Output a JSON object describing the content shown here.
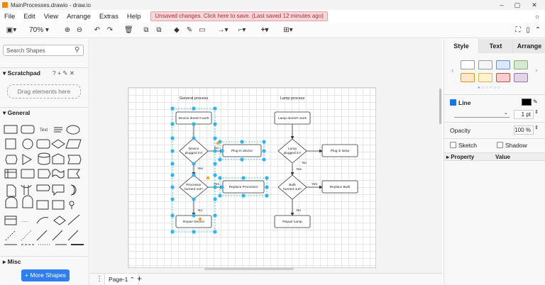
{
  "window": {
    "title": "MainProcesses.drawio - draw.io",
    "minimize_glyph": "–",
    "maximize_glyph": "▢",
    "close_glyph": "✕"
  },
  "menu": {
    "items": [
      "File",
      "Edit",
      "View",
      "Arrange",
      "Extras",
      "Help"
    ],
    "unsaved_notice": "Unsaved changes. Click here to save. (Last saved 12 minutes ago)"
  },
  "toolbar": {
    "zoom": "70%",
    "icons": [
      "format-panel-icon",
      "zoom-in-icon",
      "zoom-out-icon",
      "undo-icon",
      "redo-icon",
      "delete-icon",
      "to-front-icon",
      "to-back-icon",
      "fill-color-icon",
      "line-color-icon",
      "shadow-icon",
      "connection-icon",
      "waypoints-icon",
      "insert-icon",
      "table-icon",
      "fullscreen-icon",
      "toggle-format-icon",
      "collapse-icon"
    ],
    "insert_glyph": "+"
  },
  "left_panel": {
    "search_placeholder": "Search Shapes",
    "scratchpad_title": "Scratchpad",
    "scratchpad_drop": "Drag elements here",
    "general_title": "General",
    "text_shape_label": "Text",
    "misc_title": "Misc",
    "more_shapes": "+ More Shapes"
  },
  "diagram": {
    "left_title": "General process",
    "right_title": "Lamp process",
    "left": {
      "start": "Device doesn't work",
      "d1": [
        "Device",
        "plugged in?"
      ],
      "a1": "Plug in device",
      "d2": [
        "Processor",
        "burned out?"
      ],
      "a2": "Replace Processor",
      "end": "Repair Device"
    },
    "right": {
      "start": "Lamp doesn't work",
      "d1": [
        "Lamp",
        "plugged in?"
      ],
      "a1": "Plug in lamp",
      "d2": [
        "Bulb",
        "burned out?"
      ],
      "a2": "Replace Bulb",
      "end": "Repair Lamp"
    },
    "labels": {
      "yes": "Yes",
      "no": "No"
    }
  },
  "bottom": {
    "page_tab": "Page-1",
    "add_page": "+",
    "menu_glyph": "⋮"
  },
  "right_panel": {
    "tabs": [
      "Style",
      "Text",
      "Arrange"
    ],
    "swatches": [
      "#ffffff",
      "#f5f5f5",
      "#dae8fc",
      "#d5e8d4",
      "#ffe6cc",
      "#fff2cc",
      "#f8cecc",
      "#e1d5e7"
    ],
    "line_label": "Line",
    "line_width": "1 pt",
    "opacity_label": "Opacity",
    "opacity_value": "100 %",
    "sketch_label": "Sketch",
    "shadow_label": "Shadow",
    "property_header": "Property",
    "value_header": "Value"
  }
}
